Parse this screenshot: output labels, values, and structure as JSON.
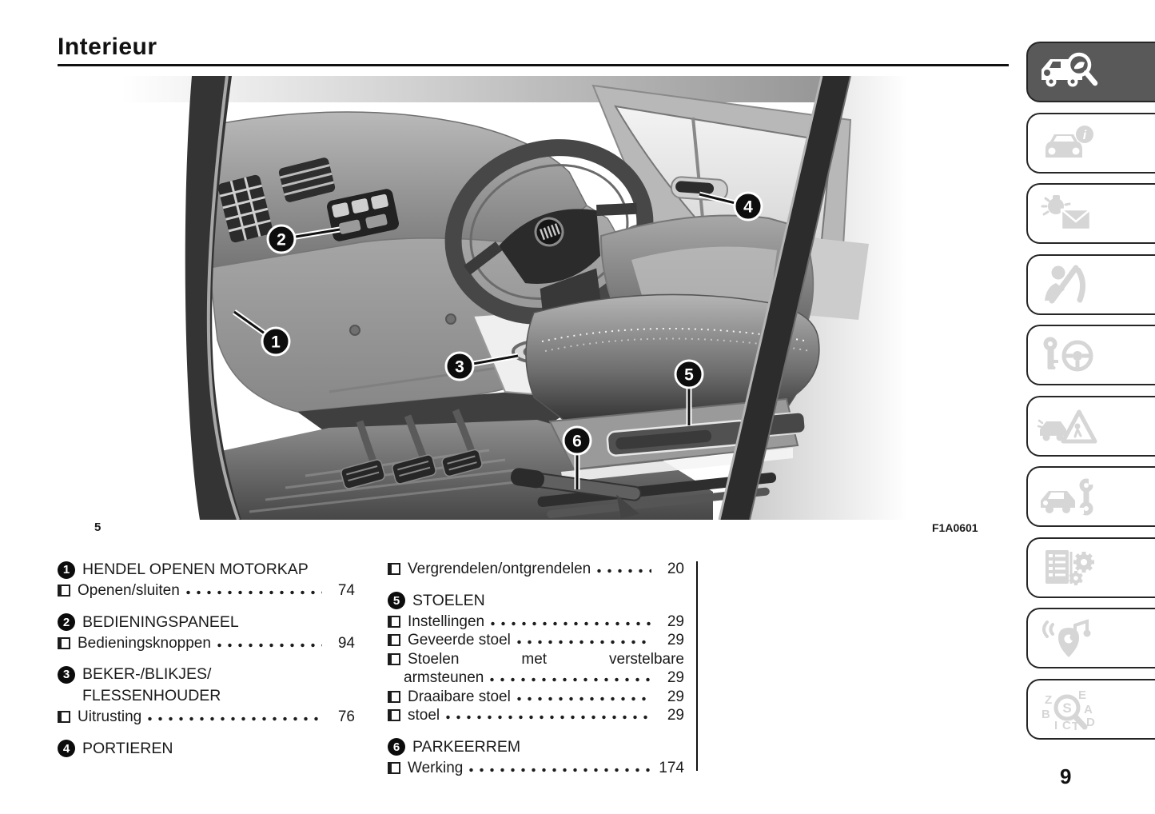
{
  "page": {
    "title": "Interieur",
    "page_number": "9"
  },
  "figure": {
    "chapter_label": "5",
    "code": "F1A0601",
    "callouts": [
      "1",
      "2",
      "3",
      "4",
      "5",
      "6"
    ]
  },
  "index": {
    "left": {
      "s1": {
        "num": "1",
        "title": "HENDEL OPENEN MOTORKAP",
        "e1": {
          "label": "Openen/sluiten",
          "page": "74"
        }
      },
      "s2": {
        "num": "2",
        "title": "BEDIENINGSPANEEL",
        "e1": {
          "label": "Bedieningsknoppen",
          "page": "94"
        }
      },
      "s3": {
        "num": "3",
        "title1": "BEKER-/BLIKJES/",
        "title2": "FLESSENHOUDER",
        "e1": {
          "label": "Uitrusting",
          "page": "76"
        }
      },
      "s4": {
        "num": "4",
        "title": "PORTIEREN"
      }
    },
    "right": {
      "e0": {
        "label": "Vergrendelen/ontgrendelen",
        "page": "20"
      },
      "s5": {
        "num": "5",
        "title": "STOELEN",
        "e1": {
          "label": "Instellingen",
          "page": "29"
        },
        "e2": {
          "label": "Geveerde stoel",
          "page": "29"
        },
        "e3a": "Stoelen met verstelbare",
        "e3b": {
          "label": "armsteunen",
          "page": "29"
        },
        "e4": {
          "label": "Draaibare stoel",
          "page": "29"
        },
        "e5": {
          "label": "stoel",
          "page": "29"
        }
      },
      "s6": {
        "num": "6",
        "title": "PARKEERREM",
        "e1": {
          "label": "Werking",
          "page": "174"
        }
      }
    }
  },
  "sidebar": {
    "active_bg": "#595959",
    "inactive_icon_color": "#d6d6d6",
    "tabs": [
      {
        "name": "vehicle-overview",
        "icon": "car-magnifier-icon",
        "active": true
      },
      {
        "name": "vehicle-info",
        "icon": "car-info-icon",
        "active": false
      },
      {
        "name": "warning-lights-messages",
        "icon": "light-envelope-icon",
        "active": false
      },
      {
        "name": "safety",
        "icon": "seatbelt-person-icon",
        "active": false
      },
      {
        "name": "starting-driving",
        "icon": "key-steering-icon",
        "active": false
      },
      {
        "name": "emergency",
        "icon": "car-warning-triangle-icon",
        "active": false
      },
      {
        "name": "maintenance",
        "icon": "car-wrench-icon",
        "active": false
      },
      {
        "name": "technical-data",
        "icon": "list-gears-icon",
        "active": false
      },
      {
        "name": "multimedia",
        "icon": "multimedia-nav-icon",
        "active": false
      },
      {
        "name": "alphabetical-index",
        "icon": "letters-magnifier-icon",
        "active": false
      }
    ]
  }
}
